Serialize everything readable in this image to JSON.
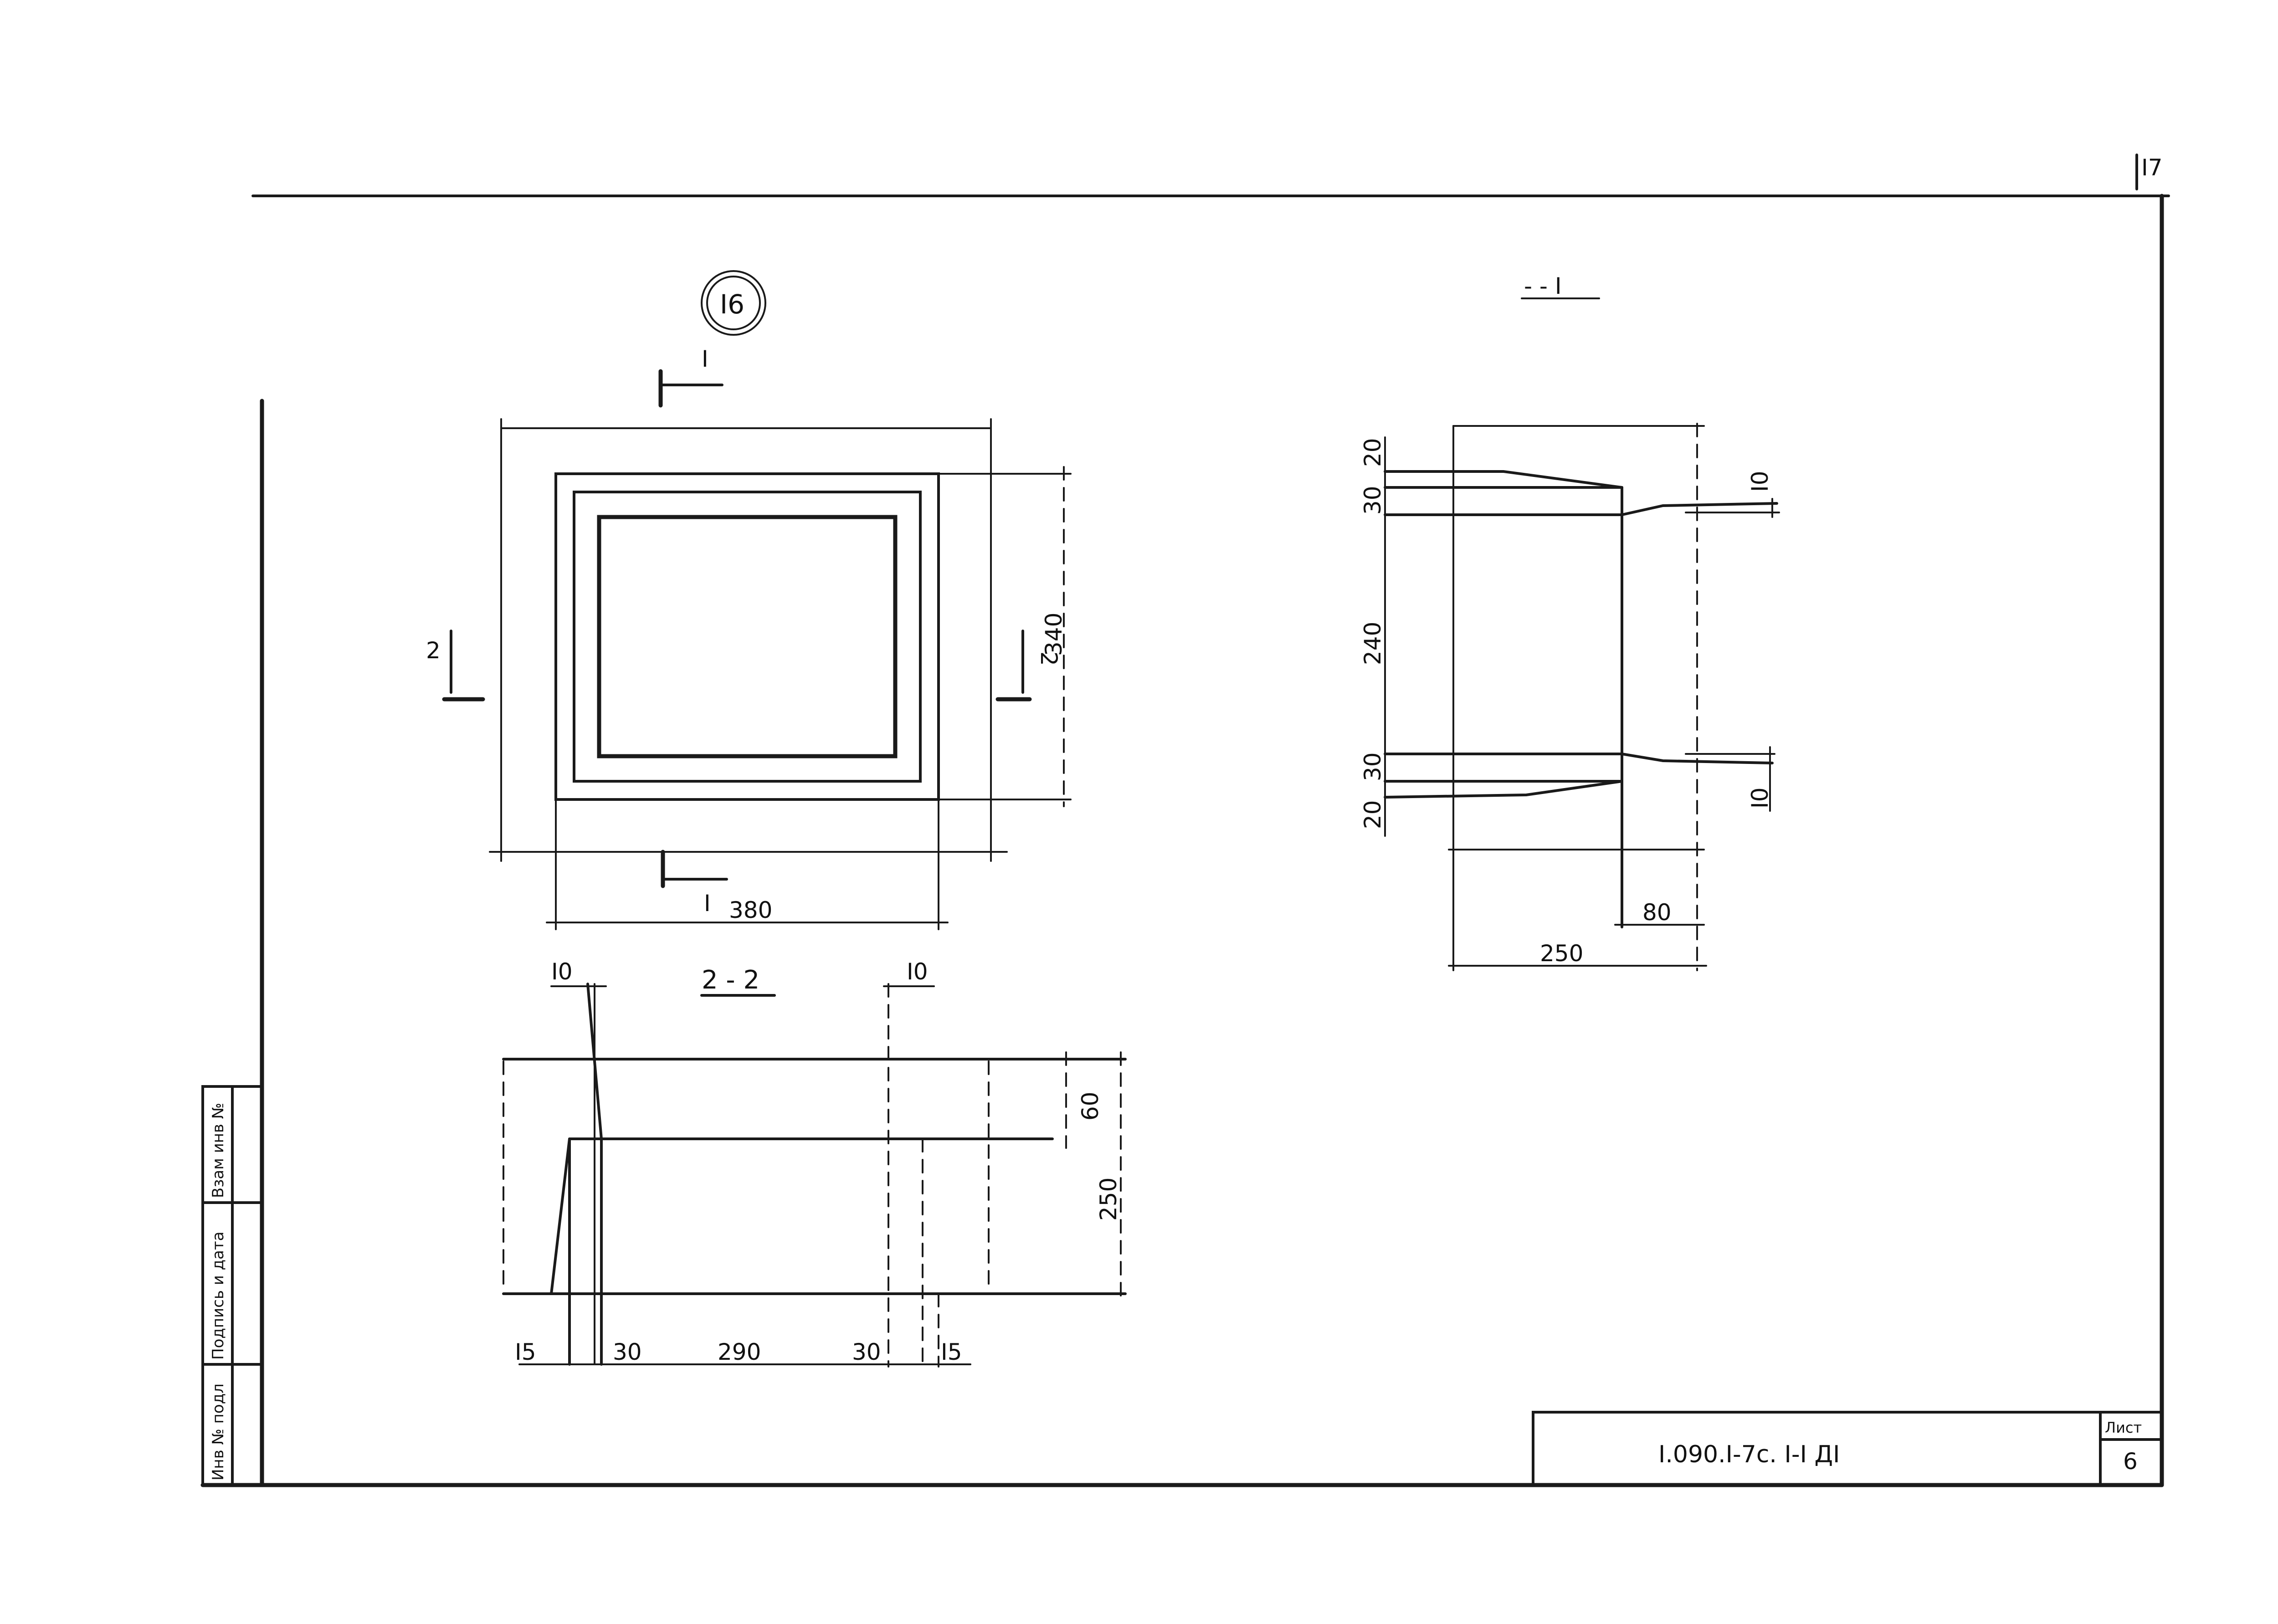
{
  "sheet_corner_number": "I7",
  "title_block": {
    "designation": "I.090.I-7c. I-I ДI",
    "sheet_label": "Лист",
    "sheet_number": "6"
  },
  "side_stamp": {
    "cells": [
      "Инв № подл",
      "Подпись и дата",
      "Взам инв №"
    ]
  },
  "plan_view": {
    "mark": "I6",
    "section_1_label": "I",
    "section_2_label": "2",
    "dim_height": "340",
    "dim_width": "380"
  },
  "section_2_2": {
    "title": "2 - 2",
    "dim_top_left": "I0",
    "dim_top_right": "I0",
    "dim_right_top": "60",
    "dim_right_total": "250",
    "dims_bottom": [
      "I5",
      "30",
      "290",
      "30",
      "I5"
    ]
  },
  "section_1_1": {
    "title": "- - I",
    "dims_left": [
      "20",
      "30",
      "240",
      "30",
      "20"
    ],
    "dim_right_top": "I0",
    "dim_right_bottom": "I0",
    "dim_bottom_right": "80",
    "dim_bottom_total": "250"
  }
}
